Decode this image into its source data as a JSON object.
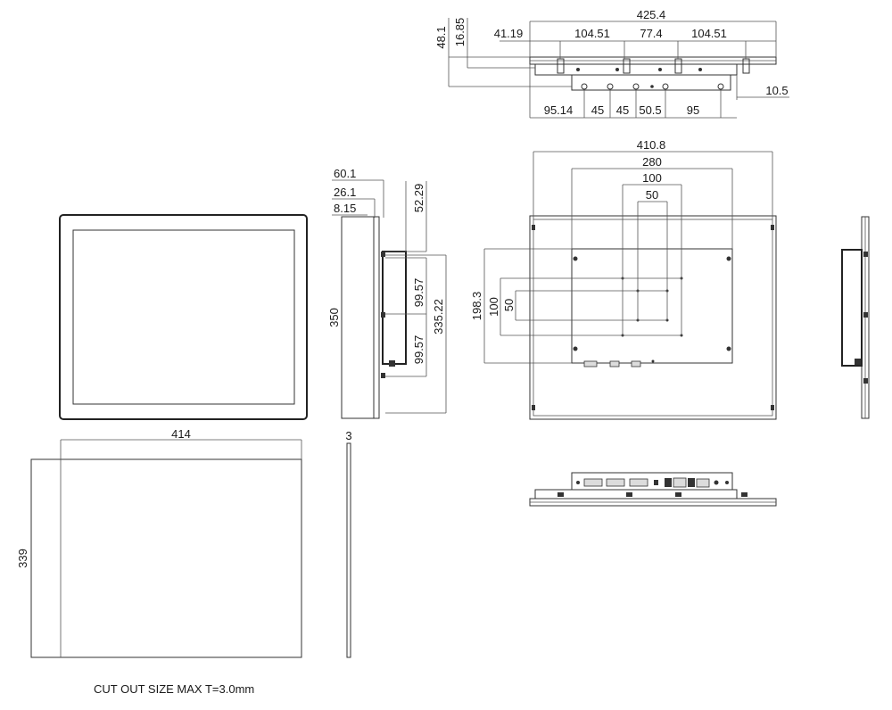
{
  "dimensions": {
    "top_view": {
      "overall_width": "425.4",
      "height_total": "48.1",
      "height_bracket": "16.85",
      "bracket_offset": "41.19",
      "bracket_span_a": "104.51",
      "bracket_span_b": "77.4",
      "bracket_span_c": "104.51",
      "side_depth": "10.5",
      "port_span_1": "95.14",
      "port_span_2": "45",
      "port_span_3": "45",
      "port_span_4": "50.5",
      "port_span_5": "95"
    },
    "side_view": {
      "depth_total": "60.1",
      "depth_body": "26.1",
      "depth_bezel": "8.15",
      "top_offset": "52.29",
      "bracket_pitch_a": "99.57",
      "bracket_pitch_b": "99.57",
      "bracket_span": "335.22",
      "height": "350"
    },
    "rear_view": {
      "overall_width": "410.8",
      "vesa_280": "280",
      "vesa_100": "100",
      "vesa_50": "50",
      "vert_198": "198.3",
      "vert_100": "100",
      "vert_50": "50"
    },
    "cutout": {
      "width": "414",
      "height": "339",
      "thickness": "3"
    }
  },
  "caption": "CUT OUT SIZE MAX T=3.0mm"
}
